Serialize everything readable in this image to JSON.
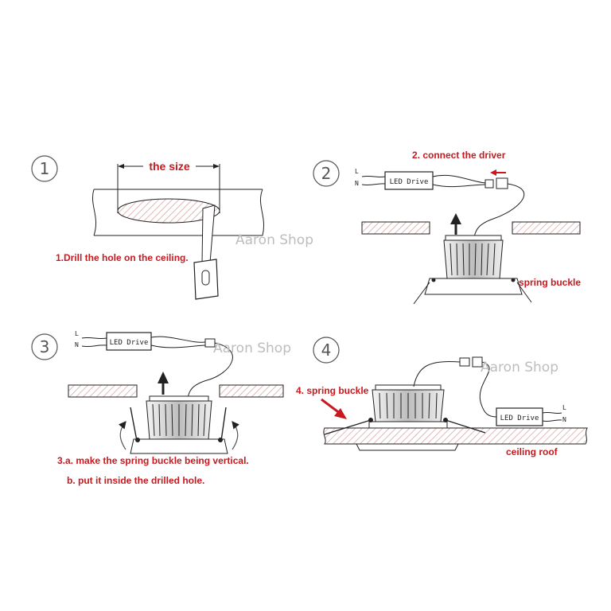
{
  "watermark": "Aaron Shop",
  "steps": [
    {
      "number": "1",
      "label": "1.Drill the hole on the ceiling.",
      "dimension_label": "the size"
    },
    {
      "number": "2",
      "label": "2. connect the driver",
      "spring_label": "spring buckle"
    },
    {
      "number": "3",
      "label_a": "3.a. make the spring buckle being vertical.",
      "label_b": "b. put it inside the drilled hole."
    },
    {
      "number": "4",
      "label": "4. spring buckle",
      "ceiling_label": "ceiling roof"
    }
  ],
  "driver": {
    "label": "LED Drive",
    "line_l": "L",
    "line_n": "N"
  },
  "colors": {
    "annotation": "#c8191e",
    "hatch": "#d9a8a8",
    "line": "#222222"
  }
}
